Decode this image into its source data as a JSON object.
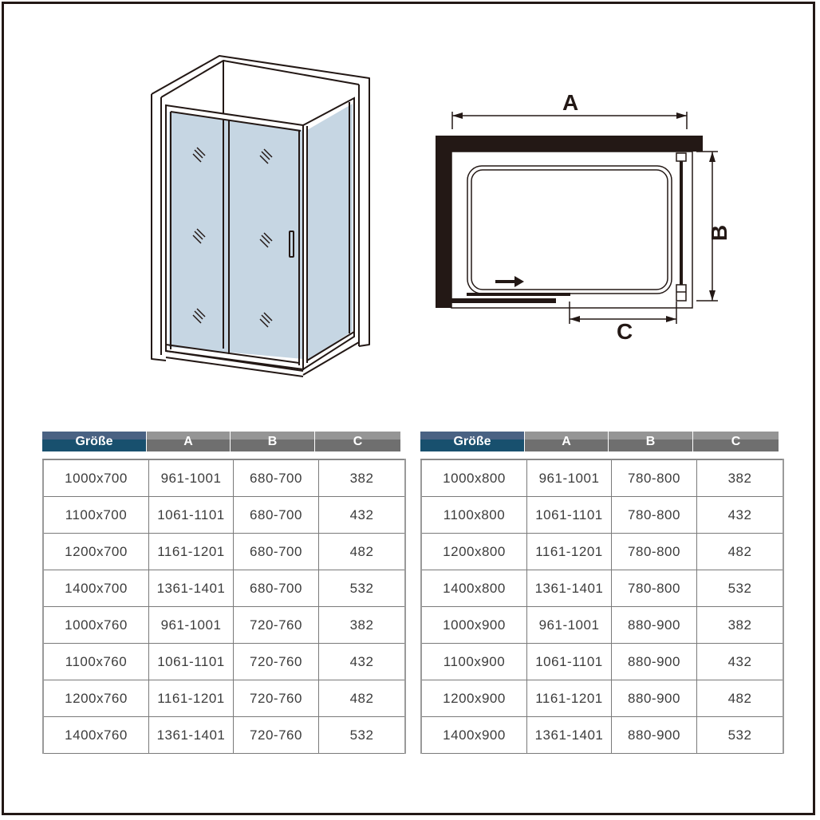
{
  "diagram": {
    "perspective_view": {
      "description": "Shower enclosure with sliding door and side panel, 3D view",
      "glass_color": "#c6d6e3"
    },
    "plan_view": {
      "labels": {
        "a": "A",
        "b": "B",
        "c": "C"
      },
      "arrow": "sliding-direction-right"
    }
  },
  "tables": [
    {
      "headers": [
        "Größe",
        "A",
        "B",
        "C"
      ],
      "rows": [
        [
          "1000x700",
          "961-1001",
          "680-700",
          "382"
        ],
        [
          "1100x700",
          "1061-1101",
          "680-700",
          "432"
        ],
        [
          "1200x700",
          "1161-1201",
          "680-700",
          "482"
        ],
        [
          "1400x700",
          "1361-1401",
          "680-700",
          "532"
        ],
        [
          "1000x760",
          "961-1001",
          "720-760",
          "382"
        ],
        [
          "1100x760",
          "1061-1101",
          "720-760",
          "432"
        ],
        [
          "1200x760",
          "1161-1201",
          "720-760",
          "482"
        ],
        [
          "1400x760",
          "1361-1401",
          "720-760",
          "532"
        ]
      ]
    },
    {
      "headers": [
        "Größe",
        "A",
        "B",
        "C"
      ],
      "rows": [
        [
          "1000x800",
          "961-1001",
          "780-800",
          "382"
        ],
        [
          "1100x800",
          "1061-1101",
          "780-800",
          "432"
        ],
        [
          "1200x800",
          "1161-1201",
          "780-800",
          "482"
        ],
        [
          "1400x800",
          "1361-1401",
          "780-800",
          "532"
        ],
        [
          "1000x900",
          "961-1001",
          "880-900",
          "382"
        ],
        [
          "1100x900",
          "1061-1101",
          "880-900",
          "432"
        ],
        [
          "1200x900",
          "1161-1201",
          "880-900",
          "482"
        ],
        [
          "1400x900",
          "1361-1401",
          "880-900",
          "532"
        ]
      ]
    }
  ],
  "colors": {
    "header_blue_top": "#4a6283",
    "header_blue_bottom": "#18506e",
    "header_gray_top": "#959595",
    "header_gray_bottom": "#6f6f6f",
    "line": "#231815"
  }
}
